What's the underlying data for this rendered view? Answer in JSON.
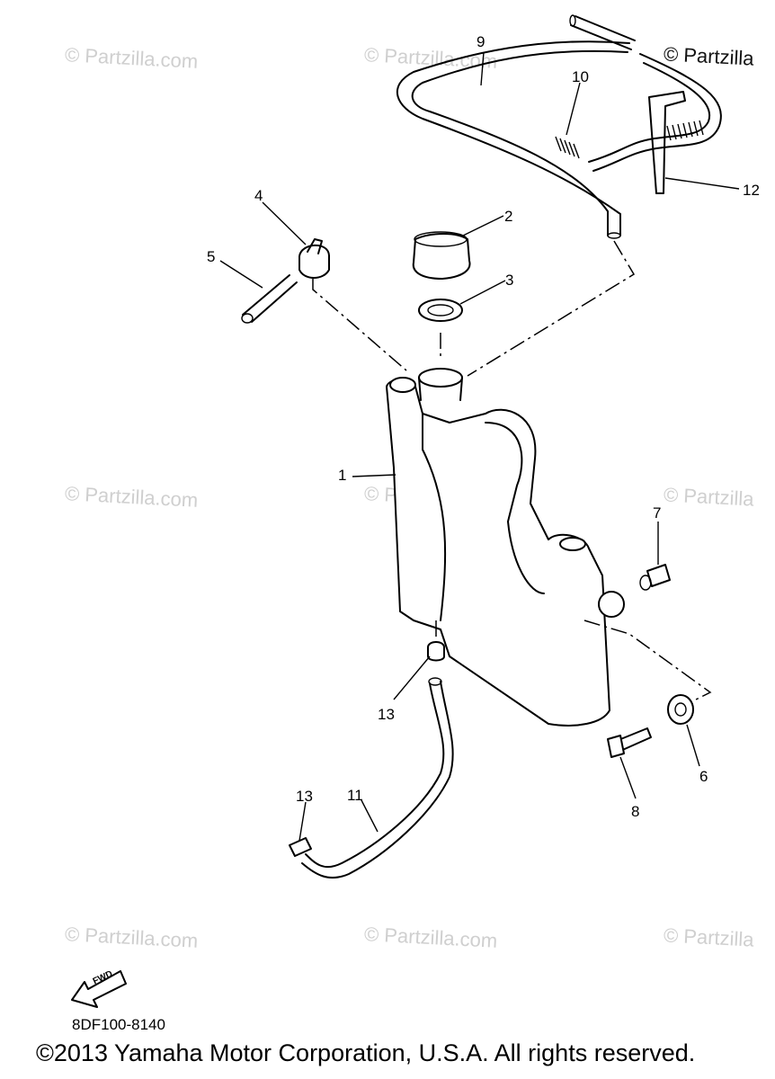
{
  "watermark": "© Partzilla.com",
  "watermark_cut": "© Partzilla",
  "brand_mark": "© Partzilla",
  "callouts": [
    "1",
    "2",
    "3",
    "4",
    "5",
    "6",
    "7",
    "8",
    "9",
    "10",
    "11",
    "12",
    "13",
    "13"
  ],
  "fwd_label": "FWD",
  "diagram_id": "8DF100-8140",
  "copyright": "©2013 Yamaha Motor Corporation, U.S.A. All rights reserved."
}
